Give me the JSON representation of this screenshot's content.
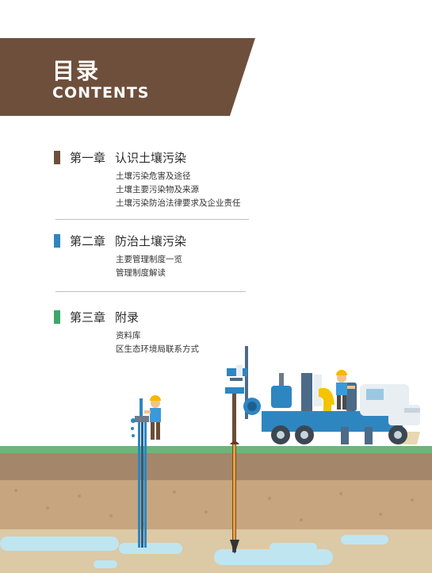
{
  "header": {
    "title_cn": "目录",
    "title_en": "CONTENTS"
  },
  "colors": {
    "banner": "#6e4f3c",
    "chapter1": "#6e4f3c",
    "chapter2": "#2e86c1",
    "chapter3": "#3aa86b"
  },
  "chapters": [
    {
      "num": "第一章",
      "name": "认识土壤污染",
      "items": [
        "土壤污染危害及途径",
        "土壤主要污染物及来源",
        "土壤污染防治法律要求及企业责任"
      ]
    },
    {
      "num": "第二章",
      "name": "防治土壤污染",
      "items": [
        "主要管理制度一览",
        "管理制度解读"
      ]
    },
    {
      "num": "第三章",
      "name": "附录",
      "items": [
        "资料库",
        "区生态环境局联系方式"
      ]
    }
  ]
}
